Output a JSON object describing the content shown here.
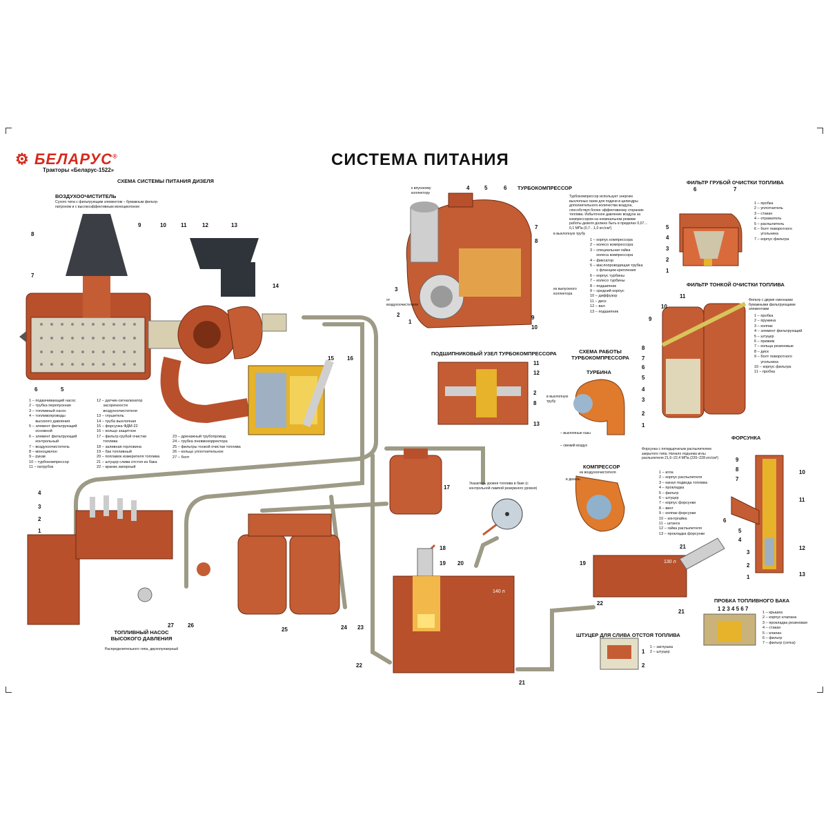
{
  "brand": {
    "name": "БЕЛАРУС",
    "reg": "®",
    "subtitle": "Тракторы «Беларус-1522»"
  },
  "title": "СИСТЕМА ПИТАНИЯ",
  "sections": {
    "diesel_scheme": "СХЕМА СИСТЕМЫ ПИТАНИЯ ДИЗЕЛЯ",
    "air_cleaner": "ВОЗДУХООЧИСТИТЕЛЬ",
    "air_cleaner_note": "Сухого типа с фильтрующим элементом – бумажным фильтр-патроном и с высокоэффективным моноциклоном",
    "turbo": "ТУРБОКОМПРЕССОР",
    "turbo_note": "Турбокомпрессор использует энергию выхлопных газов для подачи в цилиндры дополнительного количества воздуха, способствуя более эффективному сгоранию топлива. Избыточное давление воздуха за компрессором на номинальном режиме работы дизеля должно быть в пределах 0,07…0,1 МПа (0,7…1,0 кгс/см²)",
    "coarse_filter": "ФИЛЬТР ГРУБОЙ ОЧИСТКИ ТОПЛИВА",
    "fine_filter": "ФИЛЬТР ТОНКОЙ ОЧИСТКИ ТОПЛИВА",
    "fine_filter_note": "Фильтр с двумя сменными бумажными фильтрующими элементами",
    "bearing": "ПОДШИПНИКОВЫЙ УЗЕЛ ТУРБОКОМПРЕССОРА",
    "turbo_work": "СХЕМА РАБОТЫ ТУРБОКОМПРЕССОРА",
    "turbine": "ТУРБИНА",
    "compressor": "КОМПРЕССОР",
    "injector": "ФОРСУНКА",
    "injector_note": "Форсунка с пятидырчатым распылителем закрытого типа. Начало подъема иглы распылителя 21,6–22,4 МПа (220–228 кгс/см²)",
    "pump": "ТОПЛИВНЫЙ НАСОС ВЫСОКОГО ДАВЛЕНИЯ",
    "pump_note": "Распределительного типа, двухплунжерный",
    "tank_cap": "ПРОБКА ТОПЛИВНОГО БАКА",
    "drain_fitting": "ШТУЦЕР ДЛЯ СЛИВА ОТСТОЯ ТОПЛИВА",
    "level_gauge": "Указатель уровня топлива в баке (с контрольной лампой резервного уровня)"
  },
  "annotations": {
    "to_intake": "к впускному коллектору",
    "to_exhaust": "в выхлопную трубу",
    "from_exhaust": "из выпускного коллектора",
    "from_air_cleaner": "от воздухоочистителя",
    "exhaust_pipe": "в выхлопную трубу",
    "exhaust_gases": "– выхлопные газы",
    "fresh_air": "– свежий воздух",
    "to_engine": "в дизель",
    "from_air": "из воздухоочистителя",
    "tank_140": "140 л",
    "tank_130": "130 л"
  },
  "legends": {
    "diesel_a": "1 – подкачивающий насос\n2 – трубка перепускная\n3 – топливный насос\n4 – топливопроводы\n      высокого давления\n5 – элемент фильтрующий\n      основной\n6 – элемент фильтрующий\n      контрольный\n7 – воздухоочиститель\n8 – моноциклон\n9 – рукав\n10 – турбокомпрессор\n11 – патрубок",
    "diesel_b": "12 – датчик-сигнализатор\n      засоренности\n      воздухоочистителя\n13 – глушитель\n14 – труба выхлопная\n15 – форсунка ФДМ-22\n16 – кольцо защитное\n17 – фильтр грубой очистки\n      топлива\n18 – заливная горловина\n19 – бак топливный\n20 – поплавок измерителя топлива\n21 – штуцер слива отстоя из бака\n22 – краник запорный",
    "diesel_c": "23 – дренажный трубопровод\n24 – трубка пневмокорректора\n25 – фильтры тонкой очистки топлива\n26 – кольцо уплотнительное\n27 – болт",
    "turbo": "1 – корпус компрессора\n2 – колесо компрессора\n3 – специальная гайка\n      колеса компрессора\n4 – фиксатор\n5 – маслопроводящая трубка\n      с фланцем крепления\n6 – корпус турбины\n7 – колесо турбины\n8 – подшипник\n9 – средний корпус\n10 – диффузор\n11 – диск\n12 – вал\n13 – подшипник",
    "coarse": "1 – пробка\n2 – уплотнитель\n3 – стакан\n4 – отражатель\n5 – распылитель\n6 – болт поворотного\n      угольника\n7 – корпус фильтра",
    "fine": "1 – пробка\n2 – пружина\n3 – колпак\n4 – элемент фильтрующий\n5 – штуцер\n6 – прижим\n7 – кольца резиновые\n8 – диск\n9 – болт поворотного\n      угольника\n10 – корпус фильтра\n11 – пробка",
    "injector": "1 – игла\n2 – корпус распылителя\n3 – канал подвода топлива\n4 – прокладка\n5 – фильтр\n6 – штуцер\n7 – корпус форсунки\n8 – винт\n9 – колпак форсунки\n10 – контргайка\n11 – штанга\n12 – гайка распылителя\n13 – прокладка форсунки",
    "cap": "1 – крышка\n2 – корпус клапана\n3 – прокладка резиновая\n4 – стакан\n5 – клапан\n6 – фильтр\n7 – фильтр (сетка)",
    "drain": "1 – заглушка\n2 – штуцер"
  },
  "colors": {
    "rust": "#b8502c",
    "rust_dark": "#8a3418",
    "metal": "#c9c2a8",
    "tube": "#b9b6a0",
    "brand_red": "#d42a1c"
  }
}
